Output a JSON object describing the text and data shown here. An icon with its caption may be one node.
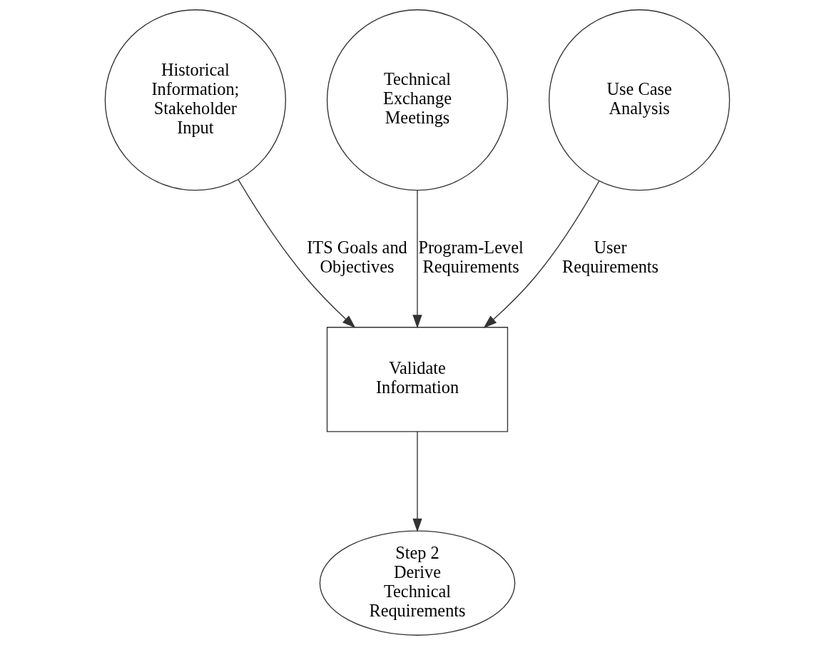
{
  "diagram": {
    "nodes": [
      {
        "text": [
          "Historical Information; Stakeholder Input"
        ]
      },
      {
        "text": [
          "Technical Exchange Meetings"
        ]
      },
      {
        "text": [
          "Use Case Analysis"
        ]
      },
      {
        "text": [
          "Validate Information"
        ]
      },
      {
        "text": [
          "Step 2",
          "Derive Technical Requirements"
        ]
      }
    ],
    "edges": [
      {
        "from": 0,
        "to": 3,
        "arrow": "to",
        "label": "ITS Goals and Objectives"
      },
      {
        "from": 1,
        "to": 3,
        "arrow": "to",
        "label": "Program-Level Requirements"
      },
      {
        "from": 2,
        "to": 3,
        "arrow": "to",
        "label": "User Requirements"
      },
      {
        "from": 3,
        "to": 4,
        "arrow": "to"
      }
    ]
  }
}
